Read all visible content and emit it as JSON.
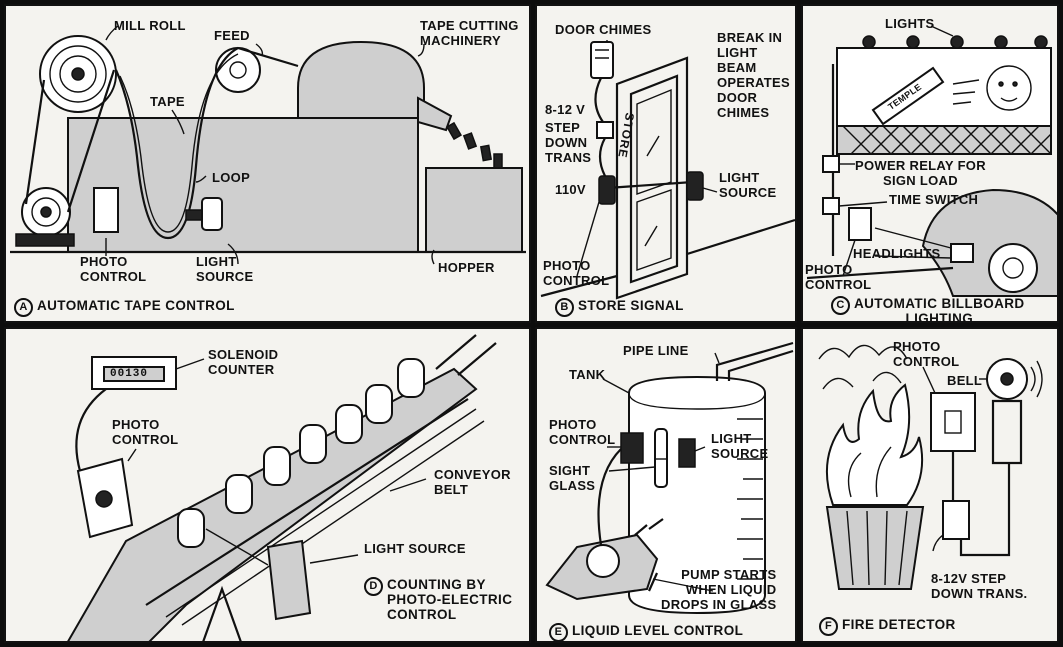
{
  "panels": {
    "a": {
      "badge": "A",
      "caption": "AUTOMATIC TAPE CONTROL",
      "labels": {
        "mill_roll": "MILL ROLL",
        "feed": "FEED",
        "tape_cutting": "TAPE CUTTING\nMACHINERY",
        "tape": "TAPE",
        "loop": "LOOP",
        "photo_control": "PHOTO\nCONTROL",
        "light_source": "LIGHT\nSOURCE",
        "hopper": "HOPPER"
      }
    },
    "b": {
      "badge": "B",
      "caption": "STORE SIGNAL",
      "labels": {
        "door_chimes": "DOOR CHIMES",
        "break_in_light": "BREAK IN\nLIGHT\nBEAM\nOPERATES\nDOOR\nCHIMES",
        "volts": "8-12 V",
        "step_down": "STEP\nDOWN\nTRANS",
        "v110": "110V",
        "light_source": "LIGHT\nSOURCE",
        "photo_control": "PHOTO\nCONTROL",
        "door_sign": "STORE"
      }
    },
    "c": {
      "badge": "C",
      "caption": "AUTOMATIC BILLBOARD\nLIGHTING",
      "labels": {
        "lights": "LIGHTS",
        "power_relay": "POWER RELAY FOR\nSIGN LOAD",
        "time_switch": "TIME SWITCH",
        "headlights": "HEADLIGHTS",
        "photo_control": "PHOTO\nCONTROL",
        "tube_text": "TEMPLE"
      }
    },
    "d": {
      "badge": "D",
      "caption": "COUNTING BY\nPHOTO-ELECTRIC\nCONTROL",
      "labels": {
        "solenoid_counter": "SOLENOID\nCOUNTER",
        "photo_control": "PHOTO\nCONTROL",
        "conveyor_belt": "CONVEYOR\nBELT",
        "light_source": "LIGHT SOURCE",
        "counter_digits": "00130"
      }
    },
    "e": {
      "badge": "E",
      "caption": "LIQUID LEVEL CONTROL",
      "labels": {
        "pipe_line": "PIPE LINE",
        "tank": "TANK",
        "photo_control": "PHOTO\nCONTROL",
        "sight_glass": "SIGHT\nGLASS",
        "light_source": "LIGHT\nSOURCE",
        "pump_starts": "PUMP STARTS\nWHEN LIQUID\nDROPS IN GLASS"
      }
    },
    "f": {
      "badge": "F",
      "caption": "FIRE DETECTOR",
      "labels": {
        "photo_control": "PHOTO\nCONTROL",
        "bell": "BELL",
        "step_down": "8-12V STEP\nDOWN TRANS."
      }
    }
  }
}
